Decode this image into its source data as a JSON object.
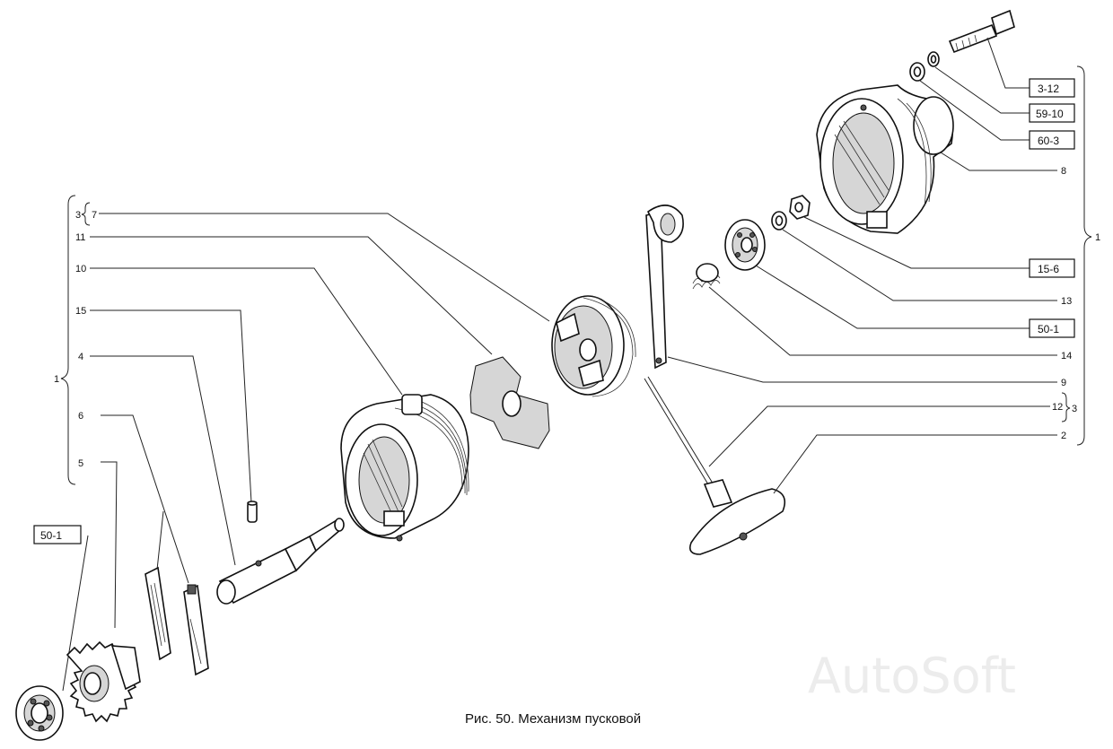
{
  "caption": "Рис. 50. Механизм пусковой",
  "watermark": "AutoSoft",
  "left_labels": {
    "group3": "3",
    "l7": "7",
    "l11": "11",
    "l10": "10",
    "l15": "15",
    "l4": "4",
    "l6": "6",
    "l5": "5",
    "group1": "1"
  },
  "right_labels": {
    "r8": "8",
    "group1": "1",
    "r13": "13",
    "r14": "14",
    "r9": "9",
    "r12": "12",
    "group3": "3",
    "r2": "2"
  },
  "boxed_labels": {
    "b312": "3-12",
    "b5910": "59-10",
    "b603": "60-3",
    "b156": "15-6",
    "b501r": "50-1",
    "b501l": "50-1"
  }
}
